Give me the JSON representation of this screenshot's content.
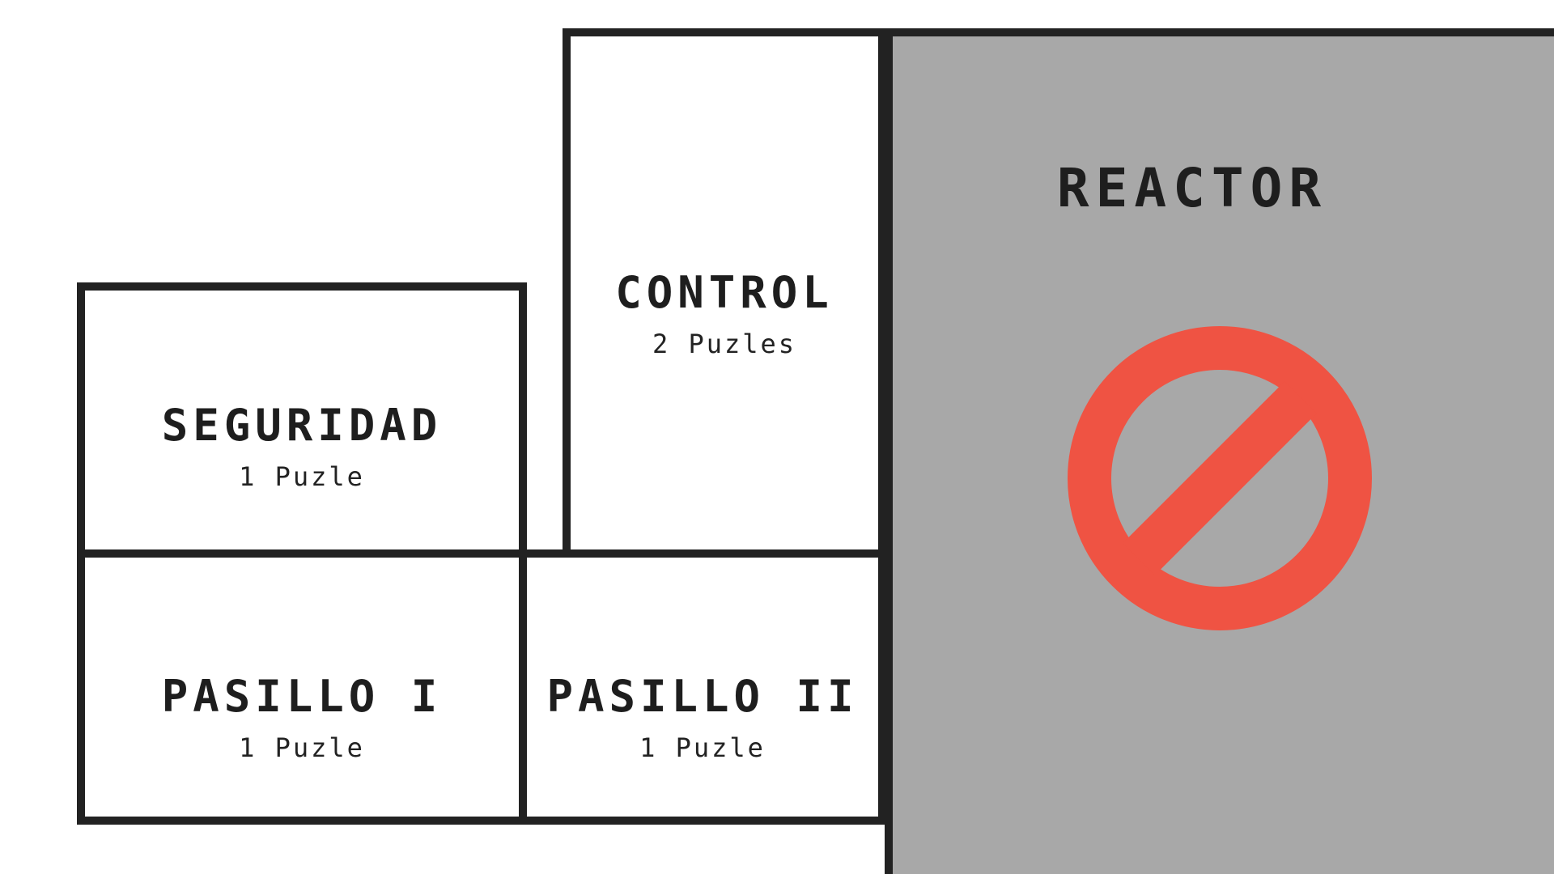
{
  "rooms": {
    "seguridad": {
      "name": "SEGURIDAD",
      "puzzles": "1 Puzle"
    },
    "control": {
      "name": "CONTROL",
      "puzzles": "2 Puzles"
    },
    "pasillo_i": {
      "name": "PASILLO I",
      "puzzles": "1 Puzle"
    },
    "pasillo_ii": {
      "name": "PASILLO II",
      "puzzles": "1 Puzle"
    },
    "reactor": {
      "name": "REACTOR",
      "status_icon": "no-entry-icon"
    }
  },
  "colors": {
    "wall": "#222222",
    "room_fill": "#ffffff",
    "locked_fill": "#a8a8a8",
    "no_entry": "#ef5343"
  }
}
